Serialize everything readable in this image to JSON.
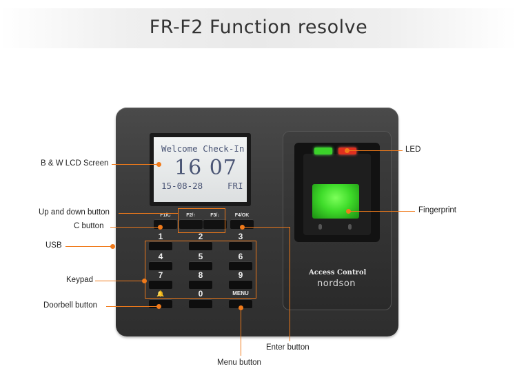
{
  "title": "FR-F2 Function resolve",
  "device": {
    "lcd": {
      "line1": "Welcome Check-In",
      "time": "16 07",
      "date": "15-08-28",
      "day": "FRI"
    },
    "function_keys": [
      "F1/C",
      "F2/↑",
      "F3/↓",
      "F4/OK"
    ],
    "keypad": [
      "1",
      "2",
      "3",
      "4",
      "5",
      "6",
      "7",
      "8",
      "9",
      "🔔",
      "0",
      "MENU"
    ],
    "brand_line1": "Access Control",
    "brand_line2": "nordson"
  },
  "callouts": {
    "lcd": "B & W LCD Screen",
    "up_down": "Up and down button",
    "c_button": "C button",
    "usb": "USB",
    "keypad": "Keypad",
    "doorbell": "Doorbell button",
    "led": "LED",
    "fingerprint": "Fingerprint",
    "enter": "Enter button",
    "menu": "Menu button"
  },
  "colors": {
    "accent": "#f07a1a",
    "led_green": "#3bd22a",
    "led_red": "#e0301e",
    "fingerprint": "#4be632"
  }
}
